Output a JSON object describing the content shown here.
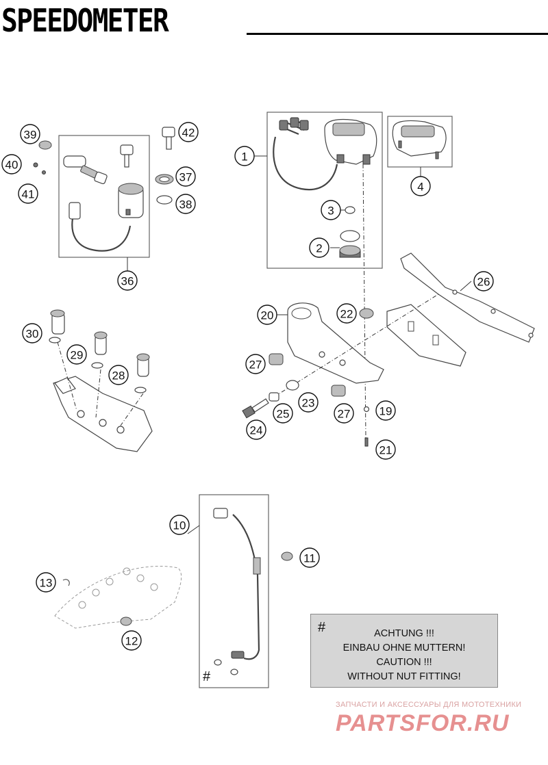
{
  "title": "SPEEDOMETER",
  "callouts": [
    {
      "id": "c1",
      "label": "1"
    },
    {
      "id": "c2",
      "label": "2"
    },
    {
      "id": "c3",
      "label": "3"
    },
    {
      "id": "c4",
      "label": "4"
    },
    {
      "id": "c10",
      "label": "10"
    },
    {
      "id": "c11",
      "label": "11"
    },
    {
      "id": "c12",
      "label": "12"
    },
    {
      "id": "c13",
      "label": "13"
    },
    {
      "id": "c19",
      "label": "19"
    },
    {
      "id": "c20",
      "label": "20"
    },
    {
      "id": "c21",
      "label": "21"
    },
    {
      "id": "c22",
      "label": "22"
    },
    {
      "id": "c23",
      "label": "23"
    },
    {
      "id": "c24",
      "label": "24"
    },
    {
      "id": "c25",
      "label": "25"
    },
    {
      "id": "c26",
      "label": "26"
    },
    {
      "id": "c27a",
      "label": "27"
    },
    {
      "id": "c27b",
      "label": "27"
    },
    {
      "id": "c28",
      "label": "28"
    },
    {
      "id": "c29",
      "label": "29"
    },
    {
      "id": "c30",
      "label": "30"
    },
    {
      "id": "c36",
      "label": "36"
    },
    {
      "id": "c37",
      "label": "37"
    },
    {
      "id": "c38",
      "label": "38"
    },
    {
      "id": "c39",
      "label": "39"
    },
    {
      "id": "c40",
      "label": "40"
    },
    {
      "id": "c41",
      "label": "41"
    },
    {
      "id": "c42",
      "label": "42"
    }
  ],
  "note": {
    "mark": "#",
    "lines": [
      "ACHTUNG !!!",
      "EINBAU OHNE MUTTERN!",
      "CAUTION !!!",
      "WITHOUT NUT FITTING!"
    ]
  },
  "hash_mark": "#",
  "watermark": {
    "tagline": "ЗАПЧАСТИ И АКСЕССУАРЫ ДЛЯ МОТОТЕХНИКИ",
    "logo": "PARTSFOR.RU"
  },
  "colors": {
    "note_bg": "#d6d6d6",
    "watermark": "#e69090",
    "ink": "#111111"
  }
}
